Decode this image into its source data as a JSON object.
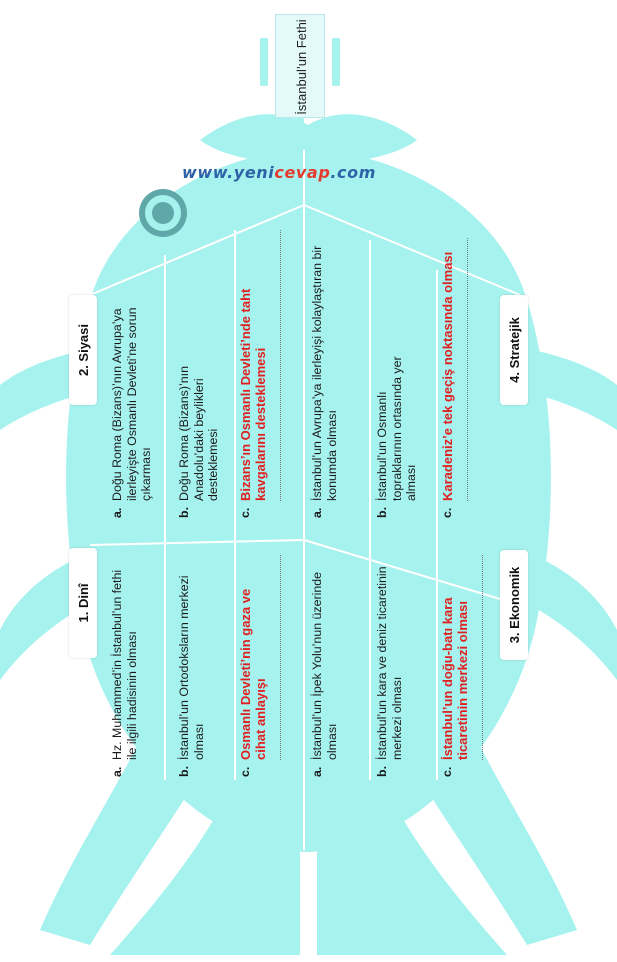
{
  "diagram": {
    "title": "İstanbul’un Fethi",
    "watermark": {
      "part1": "www.yeni",
      "part2": "cevap",
      "part3": ".com"
    },
    "colors": {
      "body": "#a6f2ee",
      "line": "#ffffff",
      "answer": "#e02020",
      "title_box": "#e4fafa",
      "watermark_blue": "#2f63a8",
      "watermark_red": "#e53b2e"
    },
    "categories": [
      {
        "label": "1. Dinî",
        "items": [
          {
            "letter": "a.",
            "text": "Hz. Muhammed’in İstanbul’un fethi ile ilgili hadisinin olması",
            "answer": false
          },
          {
            "letter": "b.",
            "text": "İstanbul’un Ortodoksların merkezi olması",
            "answer": false
          },
          {
            "letter": "c.",
            "text": "Osmanlı Devleti’nin gaza ve cihat anlayışı",
            "answer": true
          }
        ]
      },
      {
        "label": "2. Siyasi",
        "items": [
          {
            "letter": "a.",
            "text": "Doğu Roma (Bizans)’nın Avrupa’ya ilerleyişte Osmanlı Devleti’ne sorun çıkarması",
            "answer": false
          },
          {
            "letter": "b.",
            "text": "Doğu Roma (Bizans)’nın Anadolu’daki beylikleri desteklemesi",
            "answer": false
          },
          {
            "letter": "c.",
            "text": "Bizans’ın Osmanlı Devleti’nde taht kavgalarını desteklemesi",
            "answer": true
          }
        ]
      },
      {
        "label": "3. Ekonomik",
        "items": [
          {
            "letter": "a.",
            "text": "İstanbul’un İpek Yolu’nun üzerinde olması",
            "answer": false
          },
          {
            "letter": "b.",
            "text": "İstanbul’un kara ve deniz ticaretinin merkezi olması",
            "answer": false
          },
          {
            "letter": "c.",
            "text": "İstanbul’un doğu-batı kara ticaretinin merkezi olması",
            "answer": true
          }
        ]
      },
      {
        "label": "4. Stratejik",
        "items": [
          {
            "letter": "a.",
            "text": "İstanbul’un Avrupa’ya ilerleyişi kolaylaştıran bir konumda olması",
            "answer": false
          },
          {
            "letter": "b.",
            "text": "İstanbul’un Osmanlı topraklarının ortasında yer alması",
            "answer": false
          },
          {
            "letter": "c.",
            "text": "Karadeniz’e tek geçiş noktasında olması",
            "answer": true
          }
        ]
      }
    ]
  }
}
